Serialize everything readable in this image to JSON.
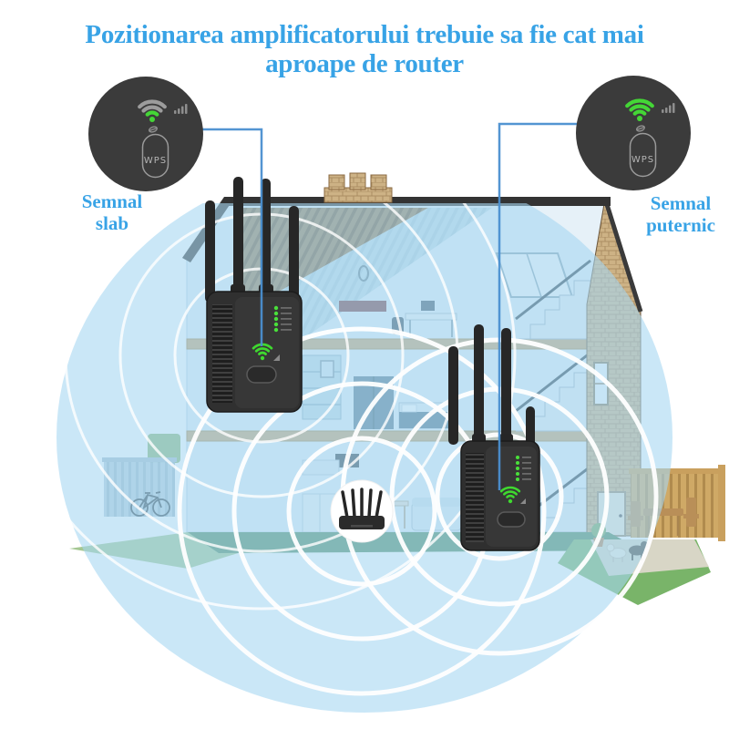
{
  "title": {
    "line1": "Pozitionarea amplificatorului trebuie sa fie cat mai",
    "line2": "aproape de router"
  },
  "callouts": {
    "left": {
      "label_line1": "Semnal",
      "label_line2": "slab",
      "wps_label": "WPS",
      "signal_state": "weak"
    },
    "right": {
      "label_line1": "Semnal",
      "label_line2": "puternic",
      "wps_label": "WPS",
      "signal_state": "strong"
    }
  },
  "colors": {
    "accent_blue": "#38a3e6",
    "connector_blue": "#4a8fd0",
    "signal_green": "#3fd92f",
    "inactive_gray": "#9c9c9c",
    "coverage_blue": "#a6d7f2",
    "device_dark": "#2f2f2f"
  },
  "scene": {
    "objects": [
      "house-cutaway",
      "wifi-router",
      "wifi-repeater-weak-position",
      "wifi-repeater-strong-position",
      "wifi-coverage-circles"
    ],
    "repeater_led_count": 5
  }
}
